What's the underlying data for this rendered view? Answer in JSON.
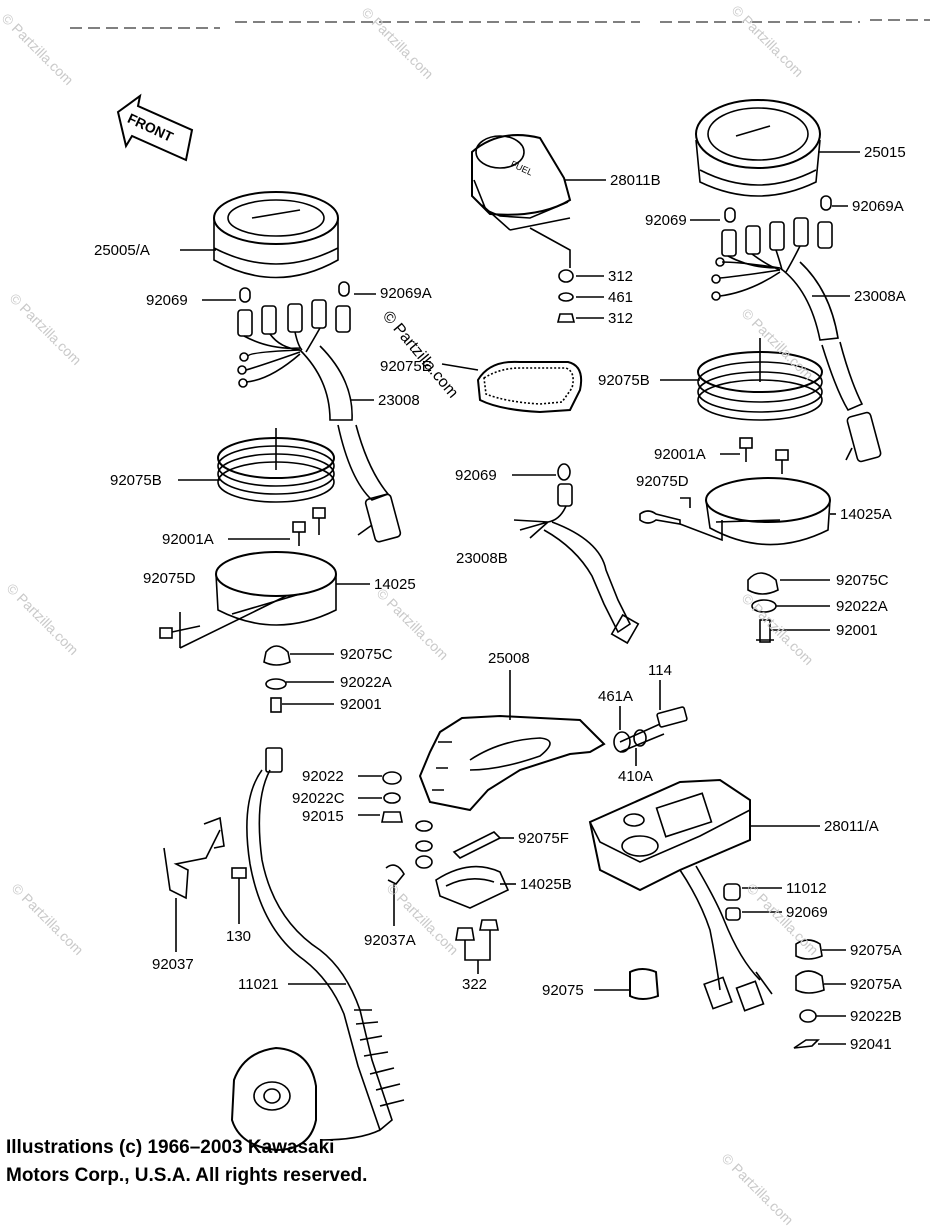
{
  "labels": {
    "p28011b": "28011B",
    "p25015": "25015",
    "p312a": "312",
    "p461": "461",
    "p312b": "312",
    "p92069r": "92069",
    "p92069Ar": "92069A",
    "p23008A": "23008A",
    "p25005A": "25005/A",
    "p92069l": "92069",
    "p92069Al": "92069A",
    "p92075E": "92075E",
    "p23008": "23008",
    "p92075Br": "92075B",
    "p92001Ar": "92001A",
    "p92075Dr": "92075D",
    "p14025A": "14025A",
    "p92069m": "92069",
    "p23008B": "23008B",
    "p92075Bl": "92075B",
    "p92001Al": "92001A",
    "p92075Dl": "92075D",
    "p14025": "14025",
    "p92075Cr": "92075C",
    "p92022Ar": "92022A",
    "p92001r": "92001",
    "p92075Cl": "92075C",
    "p92022Al": "92022A",
    "p92001l": "92001",
    "p25008": "25008",
    "p114": "114",
    "p461A": "461A",
    "p410A": "410A",
    "p92022": "92022",
    "p92022C": "92022C",
    "p92015": "92015",
    "p92075F": "92075F",
    "p28011A": "28011/A",
    "p14025B": "14025B",
    "p11012": "11012",
    "p92069b": "92069",
    "p130": "130",
    "p92037": "92037",
    "p92037A": "92037A",
    "p92075Aa": "92075A",
    "p92075Ab": "92075A",
    "p11021": "11021",
    "p322": "322",
    "p92075": "92075",
    "p92022B": "92022B",
    "p92041": "92041"
  },
  "front_arrow": "FRONT",
  "fuel_text": "FUEL",
  "watermark": "© Partzilla.com",
  "copyright": {
    "line1": "Illustrations (c) 1966–2003 Kawasaki",
    "line2": "Motors Corp., U.S.A.  All rights reserved."
  }
}
